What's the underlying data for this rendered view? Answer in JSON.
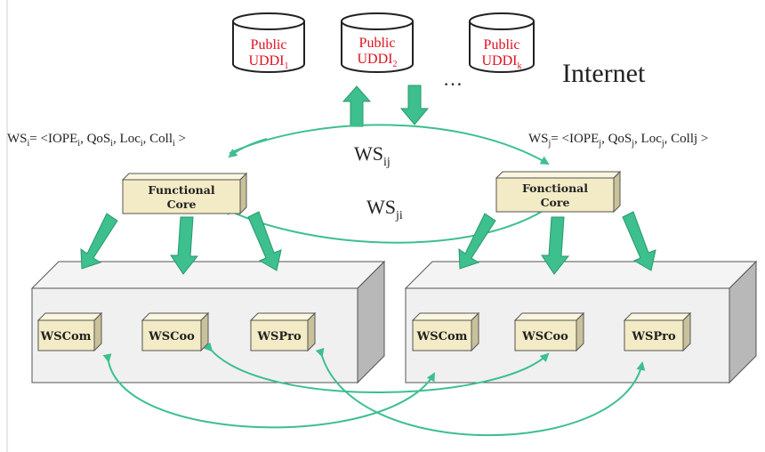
{
  "colors": {
    "arrow": "#3dbf8e",
    "arrow_stroke": "#2a9a6e",
    "db_text": "#e0101e",
    "box_top": "#f2f2f2",
    "box_front": "#f0f0f0",
    "box_side": "#b8b8b8",
    "core_front": "#f2ebc5",
    "core_top": "#faf6df",
    "core_side": "#c9c19a"
  },
  "databases": [
    {
      "line1": "Public",
      "line2": "UDDI",
      "sub": "1"
    },
    {
      "line1": "Public",
      "line2": "UDDI",
      "sub": "2"
    },
    {
      "line1": "Public",
      "line2": "UDDI",
      "sub": "k"
    }
  ],
  "ellipsis": "…",
  "internet_label": "Internet",
  "ws_i": {
    "parts": [
      {
        "t": "WS"
      },
      {
        "s": "i"
      },
      {
        "t": "= <IOPE"
      },
      {
        "s": "i"
      },
      {
        "t": ",  QoS"
      },
      {
        "s": "i"
      },
      {
        "t": ",  Loc"
      },
      {
        "s": "i"
      },
      {
        "t": ",  Coll"
      },
      {
        "s": "i"
      },
      {
        "t": " >"
      }
    ]
  },
  "ws_j": {
    "parts": [
      {
        "t": "WS"
      },
      {
        "s": "j"
      },
      {
        "t": "= <IOPE"
      },
      {
        "s": "j"
      },
      {
        "t": ",  QoS"
      },
      {
        "s": "j"
      },
      {
        "t": ",  Loc"
      },
      {
        "s": "j"
      },
      {
        "t": ",  Collj >"
      }
    ]
  },
  "ws_ij": {
    "base": "WS",
    "sub": "ij"
  },
  "ws_ji": {
    "base": "WS",
    "sub": "ji"
  },
  "cores": [
    {
      "line1": "Functional",
      "line2": "Core"
    },
    {
      "line1": "Fonctional",
      "line2": "Core"
    }
  ],
  "left_modules": [
    "WSCom",
    "WSCoo",
    "WSPro"
  ],
  "right_modules": [
    "WSCom",
    "WSCoo",
    "WSPro"
  ]
}
